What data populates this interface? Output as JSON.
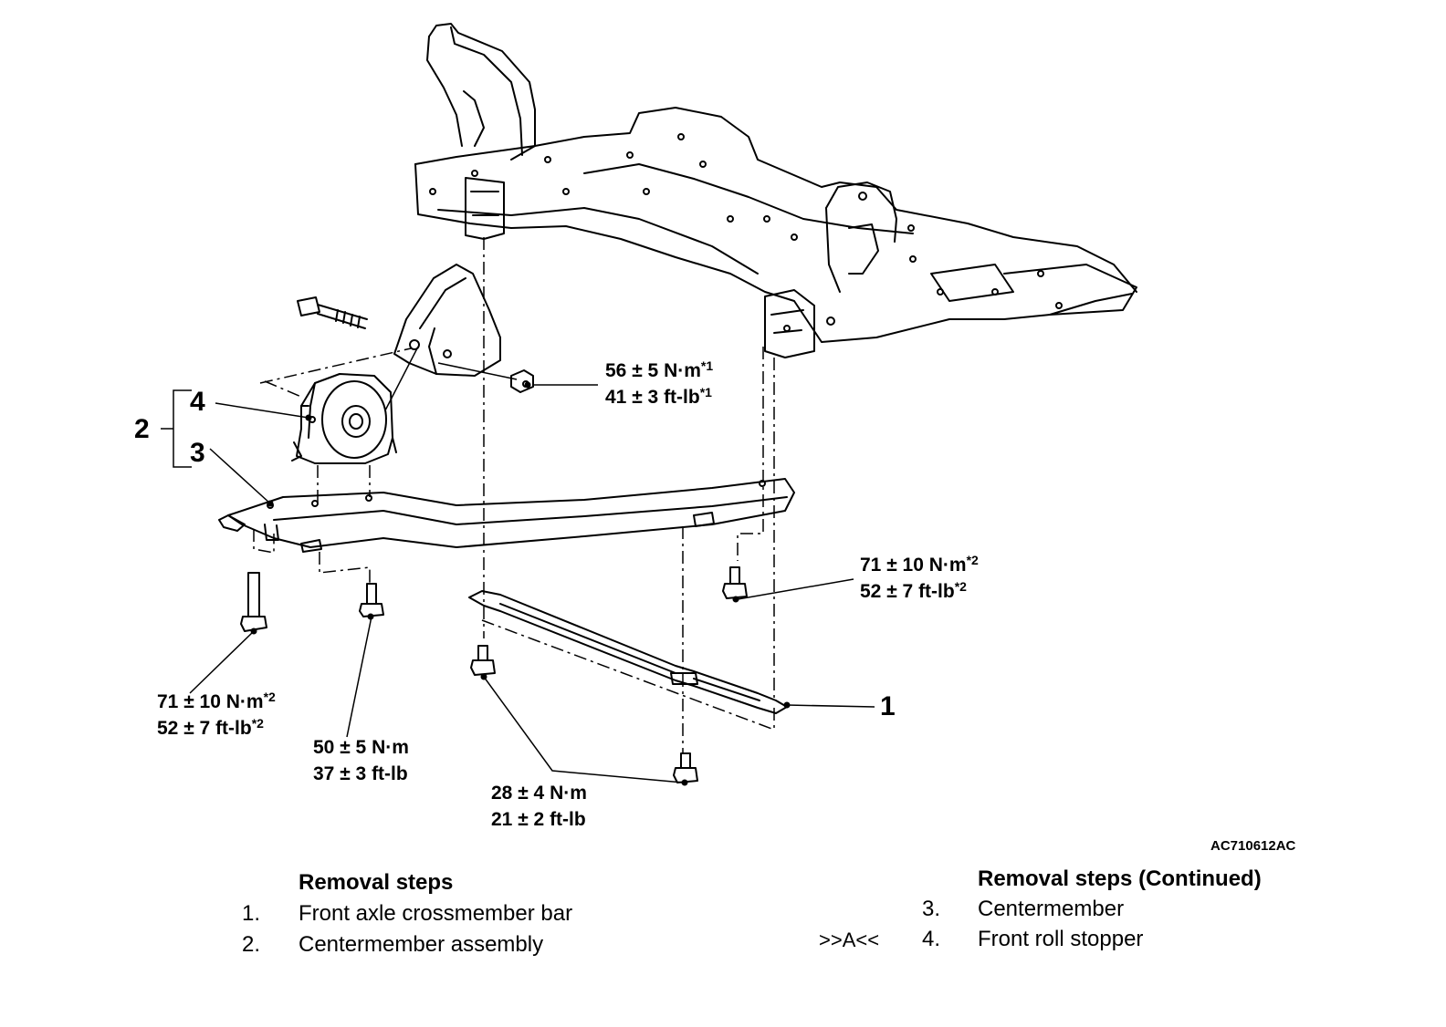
{
  "torque_labels": {
    "upper_nut": {
      "line1": "56 ± 5 N·m",
      "sup1": "*1",
      "line2": "41 ± 3 ft-lb",
      "sup2": "*1"
    },
    "right_bolt": {
      "line1": "71 ± 10 N·m",
      "sup1": "*2",
      "line2": "52 ± 7 ft-lb",
      "sup2": "*2"
    },
    "left_bolt": {
      "line1": "71 ± 10 N·m",
      "sup1": "*2",
      "line2": "52 ± 7 ft-lb",
      "sup2": "*2"
    },
    "center_bolt": {
      "line1": "50 ± 5 N·m",
      "line2": "37 ± 3 ft-lb"
    },
    "bar_bolt": {
      "line1": "28 ± 4 N·m",
      "line2": "21 ± 2 ft-lb"
    }
  },
  "callouts": {
    "one": "1",
    "two": "2",
    "three": "3",
    "four": "4"
  },
  "figure_code": "AC710612AC",
  "removal_steps": {
    "title": "Removal steps",
    "items": [
      {
        "num": "1.",
        "text": "Front axle crossmember bar"
      },
      {
        "num": "2.",
        "text": "Centermember assembly"
      }
    ]
  },
  "removal_steps_continued": {
    "title": "Removal steps (Continued)",
    "items": [
      {
        "num": "3.",
        "text": "Centermember",
        "mark": ""
      },
      {
        "num": "4.",
        "text": "Front roll stopper",
        "mark": ">>A<<"
      }
    ]
  }
}
